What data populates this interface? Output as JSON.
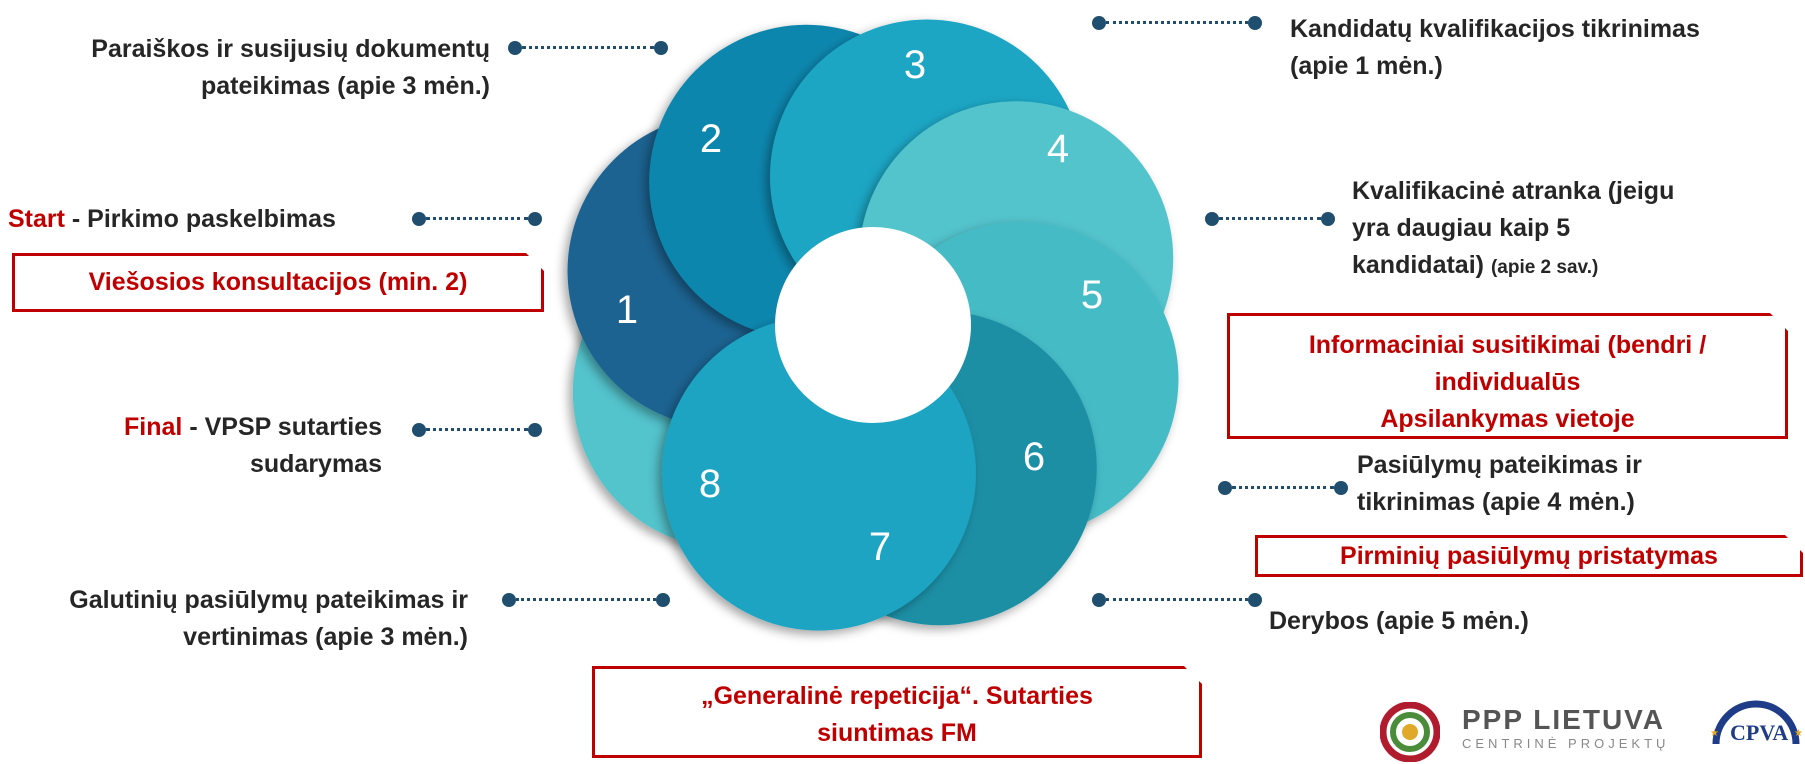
{
  "colors": {
    "label_text": "#262626",
    "accent_red": "#c00000",
    "connector": "#1f4e6e",
    "petals": [
      "#1a6391",
      "#0f86ad",
      "#1fa6c4",
      "#52c3cc",
      "#45bbc6",
      "#1a8fa5",
      "#1ba4c2",
      "#52c3cc"
    ]
  },
  "petals": [
    {
      "number": "1"
    },
    {
      "number": "2"
    },
    {
      "number": "3"
    },
    {
      "number": "4"
    },
    {
      "number": "5"
    },
    {
      "number": "6"
    },
    {
      "number": "7"
    },
    {
      "number": "8"
    }
  ],
  "labels": {
    "step2": {
      "line1": "Paraiškos ir susijusių dokumentų",
      "line2": "pateikimas (apie 3 mėn.)"
    },
    "step3": {
      "line1": "Kandidatų kvalifikacijos tikrinimas",
      "line2": "(apie 1 mėn.)"
    },
    "start": {
      "prefix": "Start",
      "text": " - Pirkimo paskelbimas"
    },
    "step4": {
      "line1": "Kvalifikacinė atranka (jeigu",
      "line2": "yra daugiau kaip 5",
      "line3": "kandidatai)",
      "line3_small": "(apie 2 sav.)"
    },
    "final": {
      "prefix": "Final",
      "text": " - VPSP sutarties",
      "line2": "sudarymas"
    },
    "step6": {
      "line1": "Pasiūlymų pateikimas ir",
      "line2": "tikrinimas (apie 4 mėn.)"
    },
    "step8": {
      "line1": "Galutinių pasiūlymų pateikimas ir",
      "line2": "vertinimas (apie 3 mėn.)"
    },
    "step7": {
      "line1": "Derybos (apie 5 mėn.)"
    }
  },
  "red_boxes": {
    "consultations": "Viešosios konsultacijos (min. 2)",
    "info_meetings_line1": "Informaciniai susitikimai (bendri /",
    "info_meetings_line2": "individualūs",
    "info_meetings_line3": "Apsilankymas vietoje",
    "first_offers": "Pirminių pasiūlymų pristatymas",
    "rehearsal_line1": "„Generalinė repeticija“. Sutarties",
    "rehearsal_line2": "siuntimas FM"
  },
  "logos": {
    "ppp_title": "PPP LIETUVA",
    "ppp_subtitle": "CENTRINĖ PROJEKTŲ",
    "cpva": "CPVA"
  }
}
